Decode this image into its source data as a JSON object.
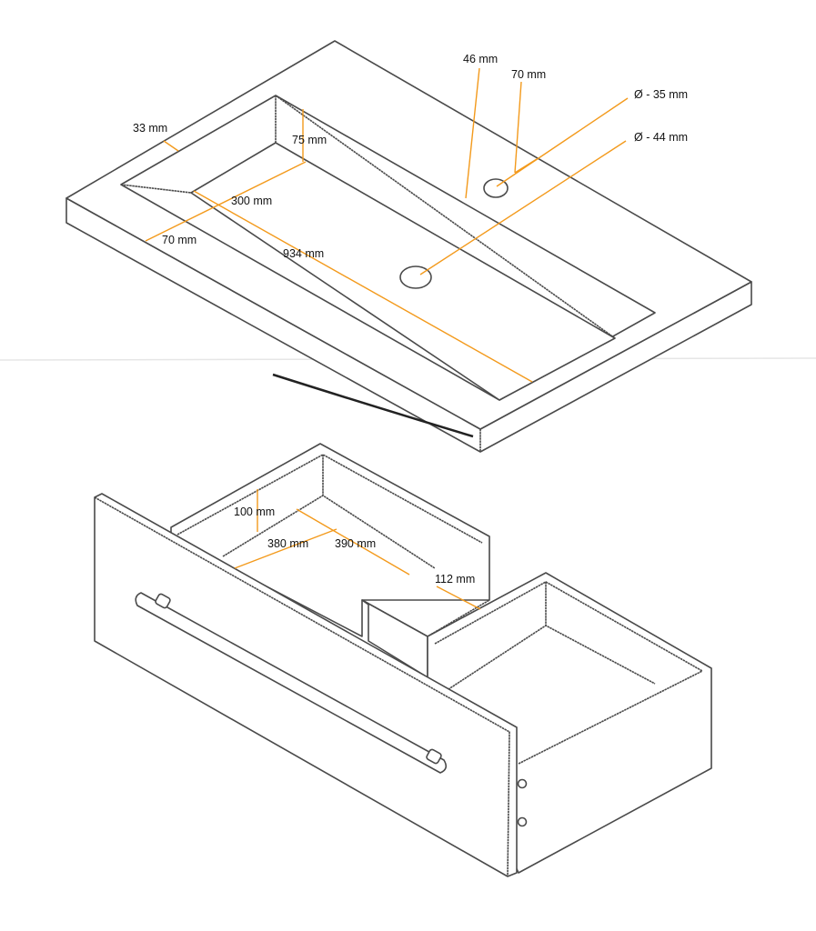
{
  "title": "Washbasin and drawer dimensions",
  "colors": {
    "dimension_line": "#f39a1c",
    "outline": "#4a4a4a"
  },
  "sink": {
    "labels": {
      "rim_width": "33 mm",
      "basin_depth": "75 mm",
      "basin_width": "300 mm",
      "front_rim": "70 mm",
      "basin_length": "934 mm",
      "tap_offset": "46 mm",
      "tap_back": "70 mm",
      "tap_hole": "Ø - 35 mm",
      "drain_hole": "Ø - 44 mm"
    }
  },
  "drawer": {
    "labels": {
      "height": "100 mm",
      "width": "380 mm",
      "depth": "390 mm",
      "step": "112 mm"
    }
  }
}
